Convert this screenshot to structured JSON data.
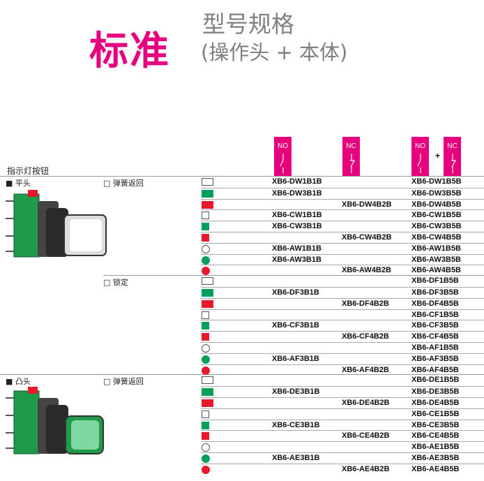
{
  "header": {
    "title_main": "标准",
    "title_sub": "型号规格",
    "title_sub2": "(操作头 + 本体)"
  },
  "contacts": {
    "no": "NO",
    "nc": "NC",
    "plus": "+"
  },
  "table_title": "指示灯按钮",
  "groups": {
    "flat": "■ 平头",
    "raised": "■ 凸头",
    "spring": "□ 弹簧返回",
    "latch": "□ 锁定",
    "spring2": "□ 弹簧返回"
  },
  "colors": {
    "white": "#ffffff",
    "green": "#00a05a",
    "red": "#e8192c",
    "accent": "#e6007e"
  },
  "rows": [
    {
      "shape": "D",
      "color": "white",
      "codes": [
        "XB6-DW1B1B",
        "",
        "XB6-DW1B5B"
      ]
    },
    {
      "shape": "D",
      "color": "green",
      "codes": [
        "XB6-DW3B1B",
        "",
        "XB6-DW3B5B"
      ]
    },
    {
      "shape": "D",
      "color": "red",
      "codes": [
        "",
        "XB6-DW4B2B",
        "XB6-DW4B5B"
      ]
    },
    {
      "shape": "C",
      "color": "white",
      "codes": [
        "XB6-CW1B1B",
        "",
        "XB6-CW1B5B"
      ]
    },
    {
      "shape": "C",
      "color": "green",
      "codes": [
        "XB6-CW3B1B",
        "",
        "XB6-CW3B5B"
      ]
    },
    {
      "shape": "C",
      "color": "red",
      "codes": [
        "",
        "XB6-CW4B2B",
        "XB6-CW4B5B"
      ]
    },
    {
      "shape": "A",
      "color": "white",
      "codes": [
        "XB6-AW1B1B",
        "",
        "XB6-AW1B5B"
      ]
    },
    {
      "shape": "A",
      "color": "green",
      "codes": [
        "XB6-AW3B1B",
        "",
        "XB6-AW3B5B"
      ]
    },
    {
      "shape": "A",
      "color": "red",
      "codes": [
        "",
        "XB6-AW4B2B",
        "XB6-AW4B5B"
      ]
    },
    {
      "shape": "D",
      "color": "white",
      "codes": [
        "",
        "",
        "XB6-DF1B5B"
      ]
    },
    {
      "shape": "D",
      "color": "green",
      "codes": [
        "XB6-DF3B1B",
        "",
        "XB6-DF3B5B"
      ]
    },
    {
      "shape": "D",
      "color": "red",
      "codes": [
        "",
        "XB6-DF4B2B",
        "XB6-DF4B5B"
      ]
    },
    {
      "shape": "C",
      "color": "white",
      "codes": [
        "",
        "",
        "XB6-CF1B5B"
      ]
    },
    {
      "shape": "C",
      "color": "green",
      "codes": [
        "XB6-CF3B1B",
        "",
        "XB6-CF3B5B"
      ]
    },
    {
      "shape": "C",
      "color": "red",
      "codes": [
        "",
        "XB6-CF4B2B",
        "XB6-CF4B5B"
      ]
    },
    {
      "shape": "A",
      "color": "white",
      "codes": [
        "",
        "",
        "XB6-AF1B5B"
      ]
    },
    {
      "shape": "A",
      "color": "green",
      "codes": [
        "XB6-AF3B1B",
        "",
        "XB6-AF3B5B"
      ]
    },
    {
      "shape": "A",
      "color": "red",
      "codes": [
        "",
        "XB6-AF4B2B",
        "XB6-AF4B5B"
      ]
    },
    {
      "shape": "D",
      "color": "white",
      "codes": [
        "",
        "",
        "XB6-DE1B5B"
      ]
    },
    {
      "shape": "D",
      "color": "green",
      "codes": [
        "XB6-DE3B1B",
        "",
        "XB6-DE3B5B"
      ]
    },
    {
      "shape": "D",
      "color": "red",
      "codes": [
        "",
        "XB6-DE4B2B",
        "XB6-DE4B5B"
      ]
    },
    {
      "shape": "C",
      "color": "white",
      "codes": [
        "",
        "",
        "XB6-CE1B5B"
      ]
    },
    {
      "shape": "C",
      "color": "green",
      "codes": [
        "XB6-CE3B1B",
        "",
        "XB6-CE3B5B"
      ]
    },
    {
      "shape": "C",
      "color": "red",
      "codes": [
        "",
        "XB6-CE4B2B",
        "XB6-CE4B5B"
      ]
    },
    {
      "shape": "A",
      "color": "white",
      "codes": [
        "",
        "",
        "XB6-AE1B5B"
      ]
    },
    {
      "shape": "A",
      "color": "green",
      "codes": [
        "XB6-AE3B1B",
        "",
        "XB6-AE3B5B"
      ]
    },
    {
      "shape": "A",
      "color": "red",
      "codes": [
        "",
        "XB6-AE4B2B",
        "XB6-AE4B5B"
      ]
    }
  ]
}
